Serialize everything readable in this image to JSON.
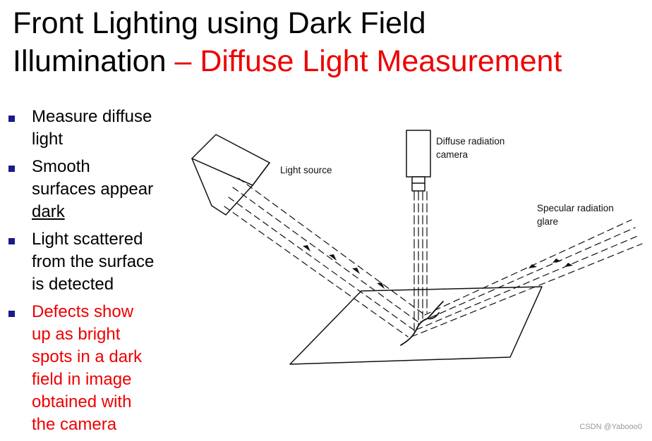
{
  "title": {
    "line1": "Front Lighting using Dark Field",
    "line2_black": "Illumination ",
    "line2_red": "– Diffuse Light Measurement"
  },
  "bullets": [
    {
      "lines": [
        "Measure diffuse",
        "light"
      ]
    },
    {
      "lines": [
        "Smooth",
        "surfaces appear"
      ],
      "underlined": "dark"
    },
    {
      "lines": [
        "Light scattered",
        "from the surface",
        "is detected"
      ]
    },
    {
      "lines": [
        "Defects show",
        "up as bright",
        "spots in a dark",
        "field in image",
        "obtained with",
        "the camera"
      ]
    }
  ],
  "diagram": {
    "light_source_label": "Light source",
    "camera_label": [
      "Diffuse radiation",
      "camera"
    ],
    "specular_label": [
      "Specular radiation",
      "glare"
    ]
  },
  "colors": {
    "accent": "#ee0000",
    "bullet": "#1a1a8c"
  },
  "watermark": "CSDN @Yabooo0"
}
